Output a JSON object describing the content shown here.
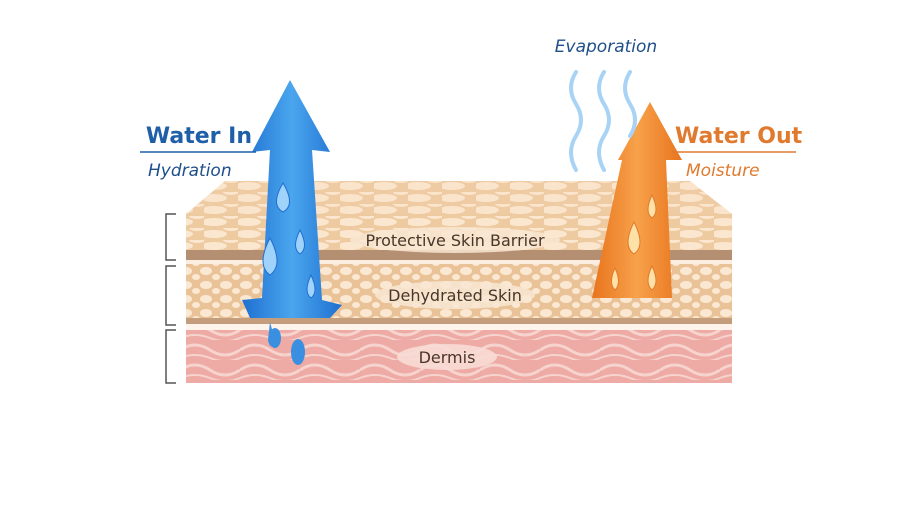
{
  "labels": {
    "water_in": "Water In",
    "hydration": "Hydration",
    "water_out": "Water Out",
    "moisture": "Moisture",
    "evaporation": "Evaporation",
    "barrier": "Protective Skin Barrier",
    "dehydrated": "Dehydrated Skin",
    "dermis": "Dermis"
  },
  "colors": {
    "water_in": "#1f5fa8",
    "water_out": "#e07a2e",
    "blue_arrow": "#3a8fe0",
    "orange_arrow": "#f08a30",
    "skin_top": "#f1d2ab",
    "skin_mid": "#ecc9a0",
    "dermis": "#f0b7b0",
    "text_dark": "#4a3628"
  }
}
